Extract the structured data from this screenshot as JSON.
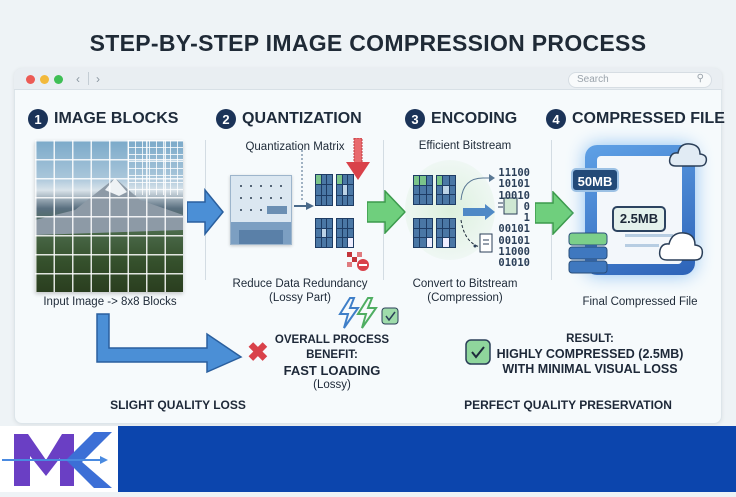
{
  "title": "STEP-BY-STEP IMAGE COMPRESSION PROCESS",
  "browser": {
    "search_placeholder": "Search",
    "dot_colors": [
      "#ec5b55",
      "#f2b93b",
      "#3fbf55"
    ]
  },
  "steps": [
    {
      "number": "1",
      "title": "IMAGE BLOCKS",
      "caption": "Input Image -> 8x8 Blocks"
    },
    {
      "number": "2",
      "title": "QUANTIZATION",
      "matrix_label": "Quantization Matrix",
      "caption": "Reduce Data Redundancy",
      "caption2": "(Lossy Part)"
    },
    {
      "number": "3",
      "title": "ENCODING",
      "bitstream_label": "Efficient Bitstream",
      "bits": [
        "11100",
        "10101",
        "10010",
        "0",
        "1",
        "00101",
        "00101",
        "11000",
        "01010"
      ],
      "caption": "Convert to Bitstream",
      "caption2": "(Compression)"
    },
    {
      "number": "4",
      "title": "COMPRESSED FILE",
      "original_size": "50MB",
      "compressed_size": "2.5MB",
      "caption": "Final Compressed File"
    }
  ],
  "benefit": {
    "heading": "OVERALL PROCESS BENEFIT:",
    "value": "FAST LOADING",
    "note": "(Lossy)"
  },
  "result": {
    "heading": "RESULT:",
    "line1": "HIGHLY COMPRESSED (2.5MB)",
    "line2": "WITH MINIMAL VISUAL LOSS"
  },
  "bottom": {
    "left": "SLIGHT QUALITY LOSS",
    "right": "PERFECT QUALITY PRESERVATION"
  },
  "logo": "MK",
  "colors": {
    "footer": "#0c45ad",
    "badge": "#1b3358",
    "blue_arrow": "#3f86d0",
    "green_arrow": "#5fc46e",
    "red": "#d9414a"
  }
}
